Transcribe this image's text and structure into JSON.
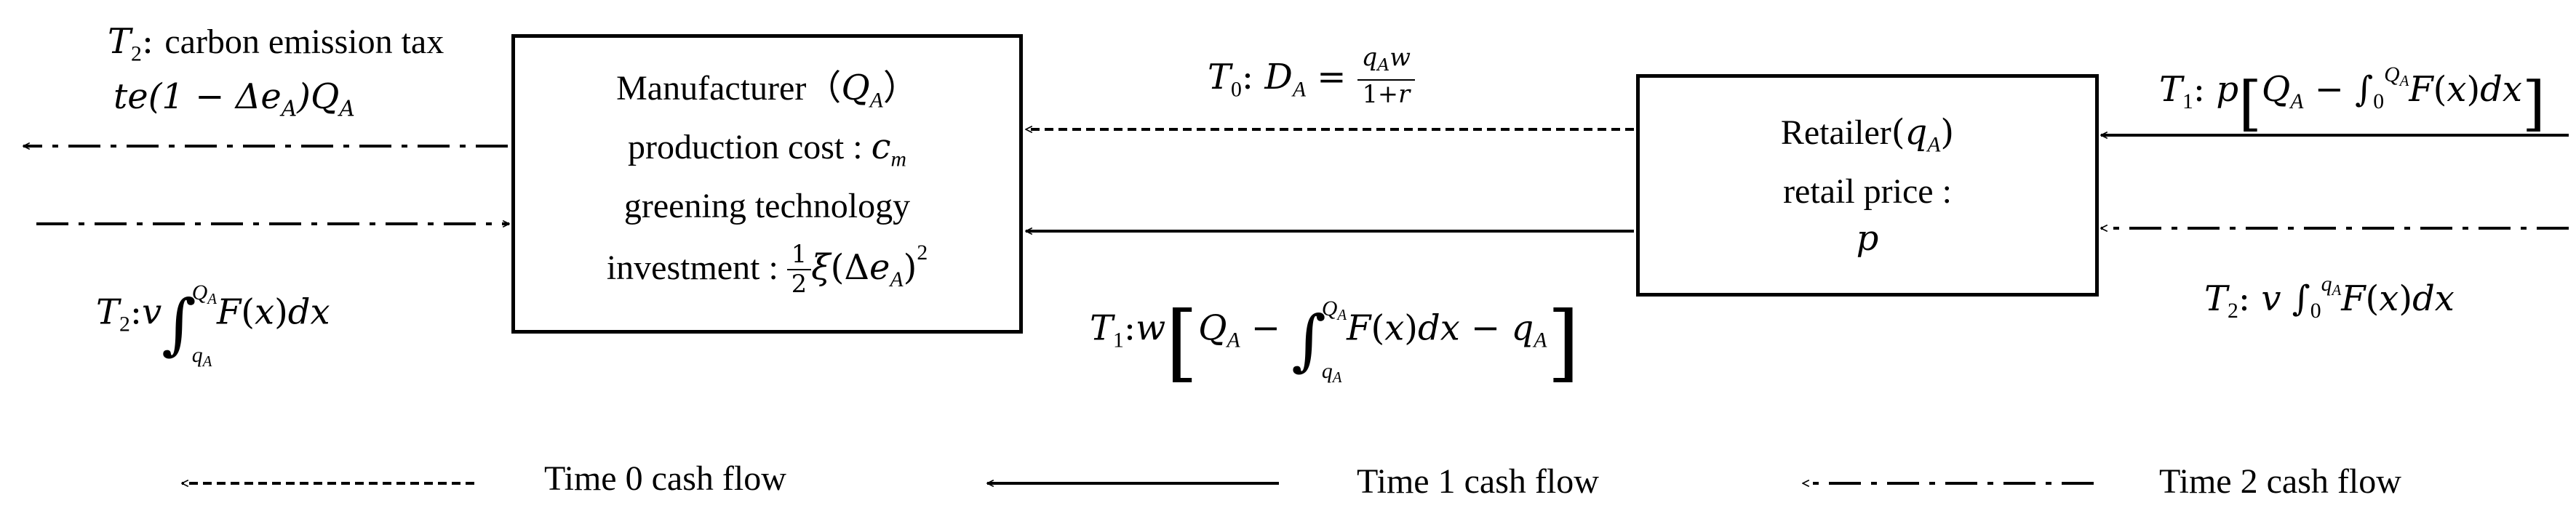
{
  "manufacturer_box": {
    "title": "Manufacturer",
    "title_symbol": "Q",
    "title_sub": "A",
    "cost_label": "production cost : ",
    "cost_symbol": "c",
    "cost_sub": "m",
    "tech_label": "greening technology",
    "investment_label": "investment : "
  },
  "retailer_box": {
    "title": "Retailer",
    "title_symbol": "q",
    "title_sub": "A",
    "price_label": "retail price :",
    "price_symbol": "p"
  },
  "labels": {
    "t2_tax_title": "carbon emission tax",
    "t2_tax_formula": "te(1 − Δe",
    "t2_tax_formula_end": ")Q",
    "t2_manufacturer_income": "v",
    "t0_payment": "D",
    "t1_retail_income": "p",
    "t1_wholesale": "w",
    "t2_retailer_salvage": "v"
  },
  "legend": [
    {
      "label": "Time 0 cash flow",
      "style": "dashed"
    },
    {
      "label": "Time 1 cash flow",
      "style": "solid"
    },
    {
      "label": "Time 2 cash flow",
      "style": "dash-dot"
    }
  ],
  "colors": {
    "ink": "#000000",
    "background": "#ffffff"
  }
}
